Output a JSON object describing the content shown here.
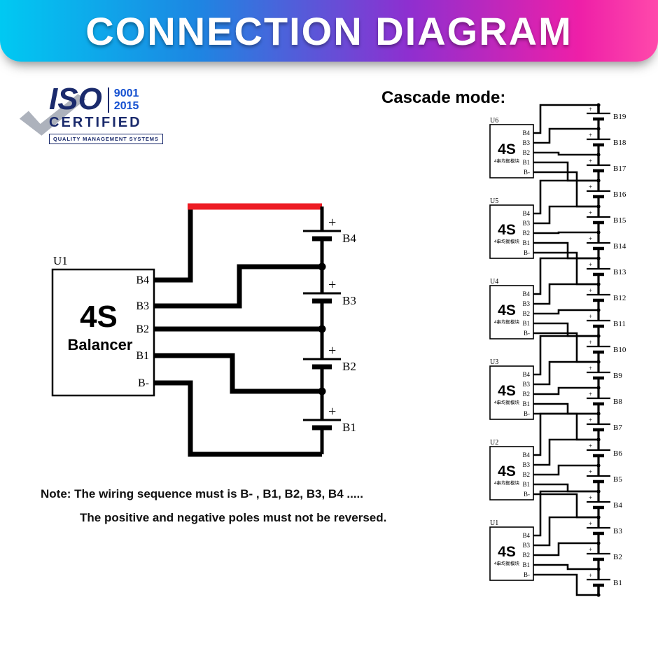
{
  "header": {
    "title": "CONNECTION DIAGRAM"
  },
  "iso_badge": {
    "iso": "ISO",
    "standard": "9001",
    "year": "2015",
    "certified": "CERTIFIED",
    "subtitle": "QUALITY MANAGEMENT SYSTEMS"
  },
  "main_diagram": {
    "ref": "U1",
    "chip_title": "4S",
    "chip_subtitle": "Balancer",
    "pins": [
      "B4",
      "B3",
      "B2",
      "B1",
      "B-"
    ],
    "batteries": [
      "B4",
      "B3",
      "B2",
      "B1"
    ],
    "plus": "+",
    "positive_wire_color": "#ed1c24"
  },
  "cascade": {
    "heading": "Cascade mode:",
    "modules": [
      {
        "ref": "U6",
        "title": "4S",
        "subtitle": "4串均衡模块",
        "pins": [
          "B4",
          "B3",
          "B2",
          "B1",
          "B-"
        ]
      },
      {
        "ref": "U5",
        "title": "4S",
        "subtitle": "4串均衡模块",
        "pins": [
          "B4",
          "B3",
          "B2",
          "B1",
          "B-"
        ]
      },
      {
        "ref": "U4",
        "title": "4S",
        "subtitle": "4串均衡模块",
        "pins": [
          "B4",
          "B3",
          "B2",
          "B1",
          "B-"
        ]
      },
      {
        "ref": "U3",
        "title": "4S",
        "subtitle": "4串均衡模块",
        "pins": [
          "B4",
          "B3",
          "B2",
          "B1",
          "B-"
        ]
      },
      {
        "ref": "U2",
        "title": "4S",
        "subtitle": "4串均衡模块",
        "pins": [
          "B4",
          "B3",
          "B2",
          "B1",
          "B-"
        ]
      },
      {
        "ref": "U1",
        "title": "4S",
        "subtitle": "4串均衡模块",
        "pins": [
          "B4",
          "B3",
          "B2",
          "B1",
          "B-"
        ]
      }
    ],
    "batteries": [
      "B19",
      "B18",
      "B17",
      "B16",
      "B15",
      "B14",
      "B13",
      "B12",
      "B11",
      "B10",
      "B9",
      "B8",
      "B7",
      "B6",
      "B5",
      "B4",
      "B3",
      "B2",
      "B1"
    ],
    "plus": "+"
  },
  "note": {
    "line1": "Note: The wiring sequence must is B- , B1, B2, B3, B4 .....",
    "line2": "The positive and negative poles must not be reversed."
  }
}
